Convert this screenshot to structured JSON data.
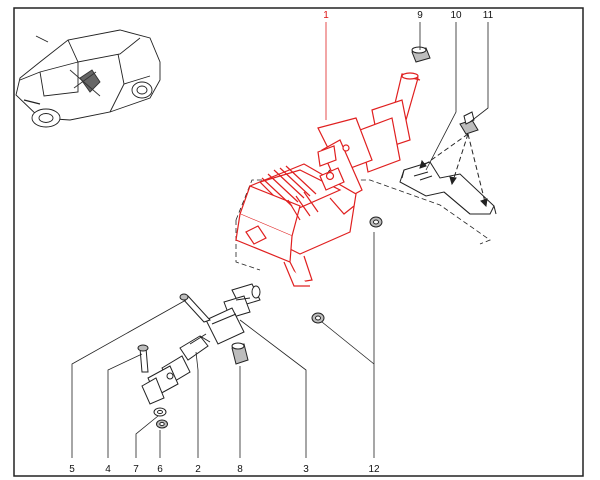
{
  "callouts": [
    {
      "id": "1",
      "label": "1"
    },
    {
      "id": "2",
      "label": "2"
    },
    {
      "id": "3",
      "label": "3"
    },
    {
      "id": "4",
      "label": "4"
    },
    {
      "id": "5",
      "label": "5"
    },
    {
      "id": "6",
      "label": "6"
    },
    {
      "id": "7",
      "label": "7"
    },
    {
      "id": "8",
      "label": "8"
    },
    {
      "id": "9",
      "label": "9"
    },
    {
      "id": "10",
      "label": "10"
    },
    {
      "id": "11",
      "label": "11"
    },
    {
      "id": "12",
      "label": "12"
    }
  ],
  "colors": {
    "ink": "#111111",
    "highlight": "#e02020",
    "shade": "#bdbdbd"
  },
  "icons": {
    "vehicle": "hatchback-car-icon"
  }
}
